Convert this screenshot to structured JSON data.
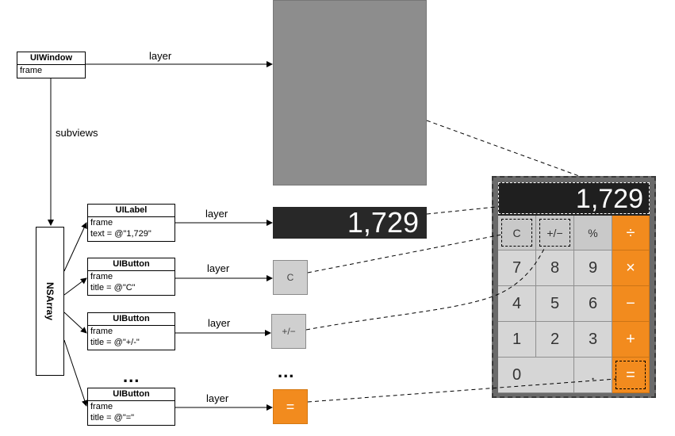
{
  "objects": {
    "window": {
      "title": "UIWindow",
      "props": [
        "frame"
      ]
    },
    "label": {
      "title": "UILabel",
      "props": [
        "frame",
        "text = @\"1,729\""
      ]
    },
    "button_c": {
      "title": "UIButton",
      "props": [
        "frame",
        "title = @\"C\""
      ]
    },
    "button_pm": {
      "title": "UIButton",
      "props": [
        "frame",
        "title = @\"+/-\""
      ]
    },
    "button_eq": {
      "title": "UIButton",
      "props": [
        "frame",
        "title = @\"=\""
      ]
    },
    "array": {
      "title": "NSArray"
    }
  },
  "edge_labels": {
    "layer": "layer",
    "subviews": "subviews",
    "ellipsis": "..."
  },
  "layers": {
    "label_text": "1,729",
    "button_c": "C",
    "button_pm": "+/−",
    "button_eq": "="
  },
  "calculator": {
    "display": "1,729",
    "keys": [
      [
        "C",
        "+/−",
        "%",
        "÷"
      ],
      [
        "7",
        "8",
        "9",
        "×"
      ],
      [
        "4",
        "5",
        "6",
        "−"
      ],
      [
        "1",
        "2",
        "3",
        "+"
      ],
      [
        "0",
        ".",
        "="
      ]
    ]
  },
  "colors": {
    "window_layer": "#8d8d8d",
    "display_bg": "#282828",
    "operator": "#f28b1e",
    "key": "#d6d6d6"
  }
}
